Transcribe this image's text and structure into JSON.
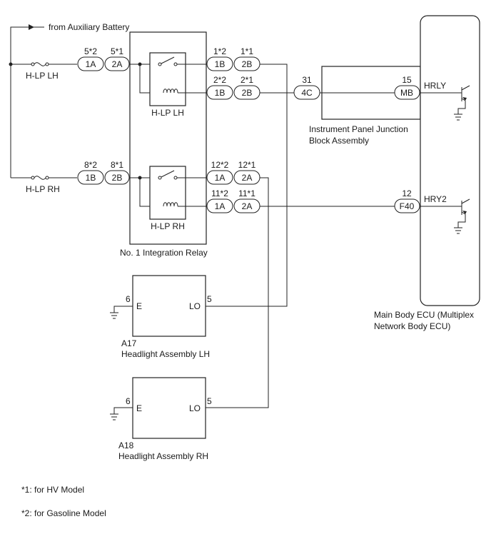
{
  "labels": {
    "from_aux": "from Auxiliary Battery",
    "fuse_lh": "H-LP LH",
    "fuse_rh": "H-LP RH",
    "relay_lh": "H-LP LH",
    "relay_rh": "H-LP RH",
    "integration_relay": "No. 1 Integration Relay",
    "ipjb_line1": "Instrument Panel Junction",
    "ipjb_line2": "Block Assembly",
    "ecu_line1": "Main Body ECU (Multiplex",
    "ecu_line2": "Network Body ECU)",
    "hrly": "HRLY",
    "hry2": "HRY2",
    "a17_code": "A17",
    "a17_name": "Headlight Assembly LH",
    "a18_code": "A18",
    "a18_name": "Headlight Assembly RH",
    "pin_e": "E",
    "pin_lo": "LO",
    "pin6": "6",
    "pin5": "5",
    "note1": "*1: for HV Model",
    "note2": "*2: for Gasoline Model"
  },
  "connectors": {
    "lh_in_a": {
      "pin": "5*2",
      "code": "1A"
    },
    "lh_in_b": {
      "pin": "5*1",
      "code": "2A"
    },
    "lh_out1_a": {
      "pin": "1*2",
      "code": "1B"
    },
    "lh_out1_b": {
      "pin": "1*1",
      "code": "2B"
    },
    "lh_out2_a": {
      "pin": "2*2",
      "code": "1B"
    },
    "lh_out2_b": {
      "pin": "2*1",
      "code": "2B"
    },
    "ipjb_in": {
      "pin": "31",
      "code": "4C"
    },
    "ipjb_out": {
      "pin": "15",
      "code": "MB"
    },
    "rh_in_a": {
      "pin": "8*2",
      "code": "1B"
    },
    "rh_in_b": {
      "pin": "8*1",
      "code": "2B"
    },
    "rh_out1_a": {
      "pin": "12*2",
      "code": "1A"
    },
    "rh_out1_b": {
      "pin": "12*1",
      "code": "2A"
    },
    "rh_out2_a": {
      "pin": "11*2",
      "code": "1A"
    },
    "rh_out2_b": {
      "pin": "11*1",
      "code": "2A"
    },
    "ecu_hry2": {
      "pin": "12",
      "code": "F40"
    }
  }
}
